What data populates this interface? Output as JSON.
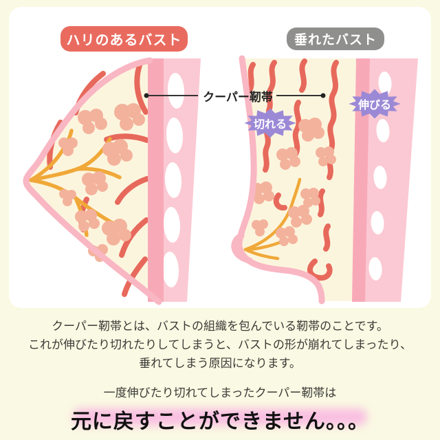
{
  "illustration": {
    "firm_label": "ハリのあるバスト",
    "sagging_label": "垂れたバスト",
    "ligament_label": "クーパー靭帯",
    "tear_burst_label": "切れる",
    "stretch_burst_label": "伸びる"
  },
  "description": {
    "line1": "クーパー靭帯とは、バストの組織を包んでいる靭帯のことです。",
    "line2": "これが伸びたり切れたりしてしまうと、バストの形が崩れてしまったり、",
    "line3": "垂れてしまう原因になります。",
    "conclusion_intro": "一度伸びたり切れてしまったクーパー靭帯は",
    "conclusion_emphasis": "元に戻すことができません。。。"
  },
  "colors": {
    "page_background": "#FAF9E3",
    "panel_background": "#FFFFFF",
    "firm_label_background": "#E96B5F",
    "sagging_label_background": "#8F8F8D",
    "burst_background": "#9B89D6",
    "skin_outline": "#F9B6C3",
    "breast_fill": "#FCF5DE",
    "ligament_red": "#E7695C",
    "milk_duct_orange": "#F0A838",
    "lobule_peach": "#F3B29C",
    "chest_wall_pink": "#FBC9D3",
    "chest_wall_stripe": "#F8A9B8",
    "emphasis_highlight": "#F9BFE2",
    "body_text": "#3B3B37"
  }
}
